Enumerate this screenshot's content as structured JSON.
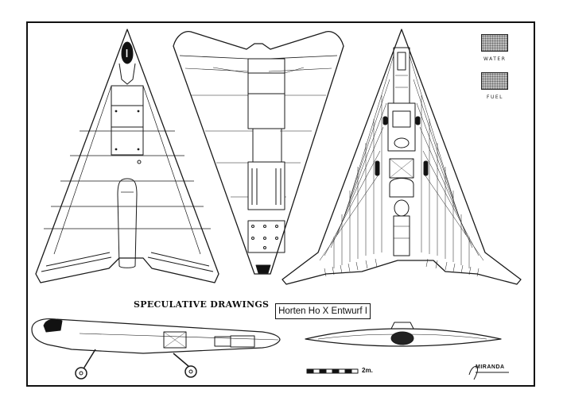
{
  "title": "SPECULATIVE DRAWINGS",
  "aircraft_name": "Horten Ho X Entwurf I",
  "legend": {
    "water": "WATER",
    "fuel": "FUEL"
  },
  "scale": {
    "label": "2m."
  },
  "signature": {
    "text": "MIRANDA"
  },
  "colors": {
    "line": "#1a1a1a",
    "fill_tone": "#bdbdbd",
    "background": "#ffffff"
  }
}
